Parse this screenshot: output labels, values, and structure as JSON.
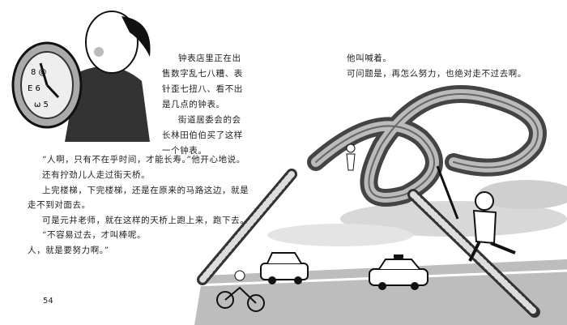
{
  "page_number": "54",
  "left_page": {
    "intro_lines": [
      "钟表店里正在出",
      "售数字乱七八糟、表",
      "针歪七扭八、看不出",
      "是几点的钟表。",
      "街道居委会的会",
      "长林田伯伯买了这样",
      "一个钟表。"
    ],
    "body_lines": [
      "“人啊，只有不在乎时间，才能长寿。”他开心地说。",
      "还有拧劲儿人走过街天桥。",
      "上完楼梯，下完楼梯，还是在原来的马路这边，就是",
      "走不到对面去。",
      "可是元井老师，就在这样的天桥上跑上来，跑下去。",
      "“不容易过去，才叫棒呢。",
      "人，就是要努力啊。”"
    ]
  },
  "right_page": {
    "lines": [
      "他叫喊着。",
      "可问题是，再怎么努力，也绝对走不过去啊。"
    ]
  },
  "illustration": {
    "icons": [
      "clock-icon",
      "old-man-figure",
      "looping-footbridge",
      "car-icon",
      "taxi-icon",
      "motorcycle-icon",
      "running-man-with-sword"
    ]
  }
}
